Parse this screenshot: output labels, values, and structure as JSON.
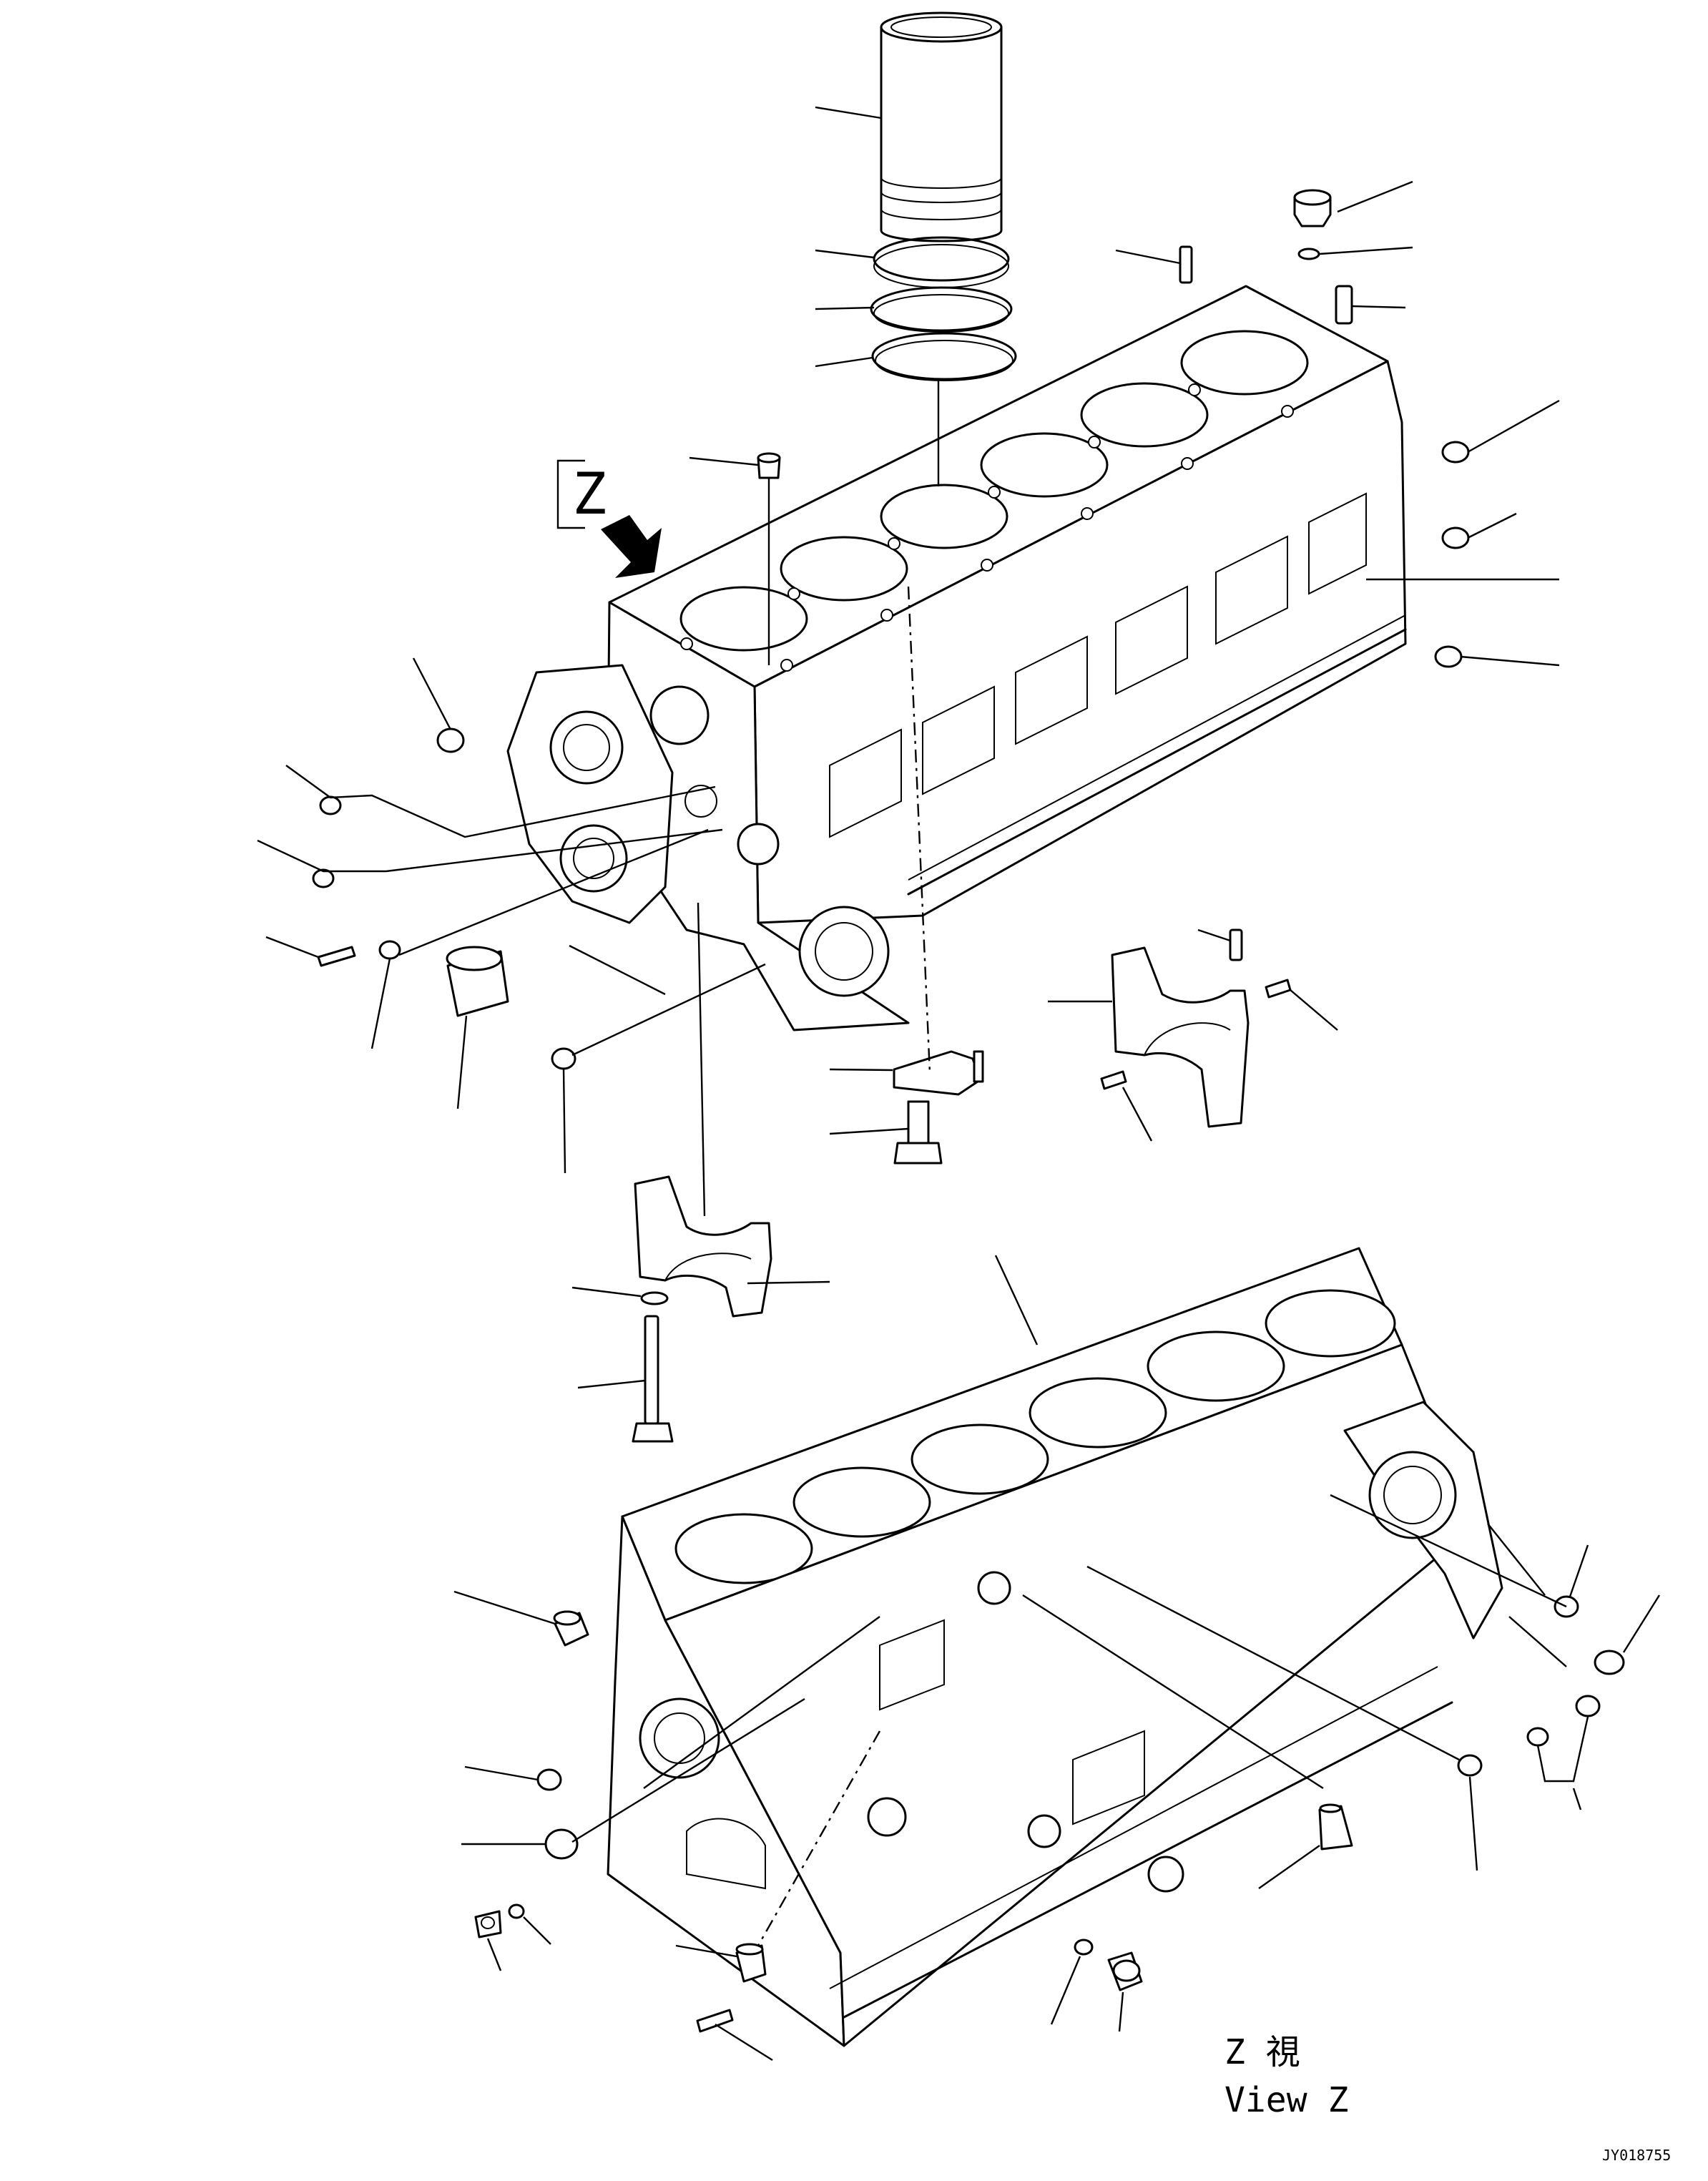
{
  "view_marker": {
    "letter": "Z"
  },
  "view_caption": {
    "japanese": "Z 視",
    "english": "View Z"
  },
  "drawing_code": "JY018755"
}
